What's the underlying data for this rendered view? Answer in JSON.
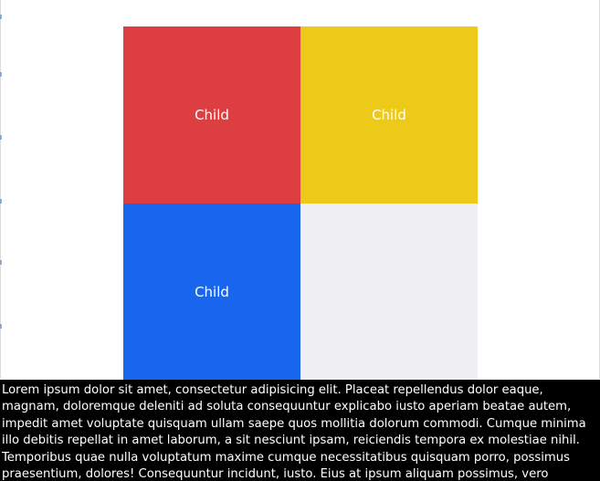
{
  "grid": {
    "children": [
      {
        "label": "Child",
        "color": "#dc3e42"
      },
      {
        "label": "Child",
        "color": "#edc919"
      },
      {
        "label": "Child",
        "color": "#1766ed"
      },
      {
        "label": "",
        "color": "#efeff4"
      }
    ]
  },
  "footer": {
    "text": "Lorem ipsum dolor sit amet, consectetur adipisicing elit. Placeat repellendus dolor eaque, magnam, doloremque deleniti ad soluta consequuntur explicabo iusto aperiam beatae autem, impedit amet voluptate quisquam ullam saepe quos mollitia dolorum commodi. Cumque minima illo debitis repellat in amet laborum, a sit nesciunt ipsam, reiciendis tempora ex molestiae nihil. Temporibus quae nulla voluptatum maxime cumque necessitatibus quisquam porro, possimus praesentium, dolores! Consequuntur incidunt, iusto. Eius at ipsum aliquam possimus, vero"
  }
}
